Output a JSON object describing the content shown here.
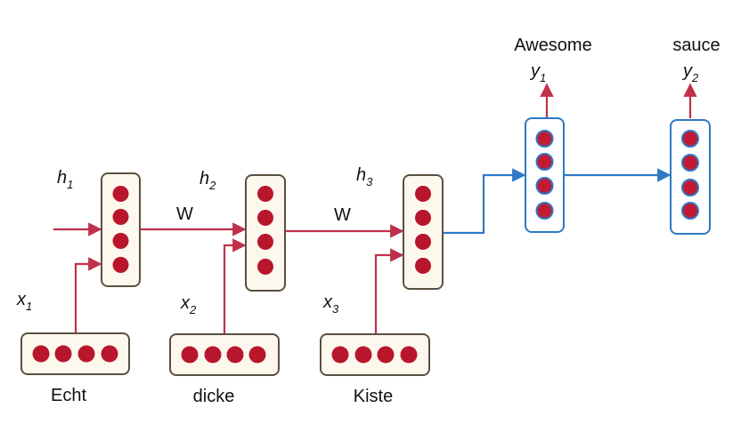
{
  "encoder": {
    "hidden_labels": [
      {
        "base": "h",
        "sub": "1"
      },
      {
        "base": "h",
        "sub": "2"
      },
      {
        "base": "h",
        "sub": "3"
      }
    ],
    "weight_labels": [
      "W",
      "W"
    ],
    "input_labels": [
      {
        "base": "x",
        "sub": "1"
      },
      {
        "base": "x",
        "sub": "2"
      },
      {
        "base": "x",
        "sub": "3"
      }
    ],
    "words": [
      "Echt",
      "dicke",
      "Kiste"
    ]
  },
  "decoder": {
    "output_labels": [
      {
        "base": "y",
        "sub": "1"
      },
      {
        "base": "y",
        "sub": "2"
      }
    ],
    "words": [
      "Awesome",
      "sauce"
    ]
  },
  "colors": {
    "encoder_arrow": "#c0304a",
    "decoder_arrow": "#2f78c4",
    "unit_fill": "#b8162c",
    "unit_fill_decoder": "#c11a33",
    "decoder_unit_ring": "#2f78c4",
    "encoder_box_border": "#5a5040",
    "encoder_box_fill": "#fdf8ee",
    "decoder_box_border": "#2f78c4"
  }
}
